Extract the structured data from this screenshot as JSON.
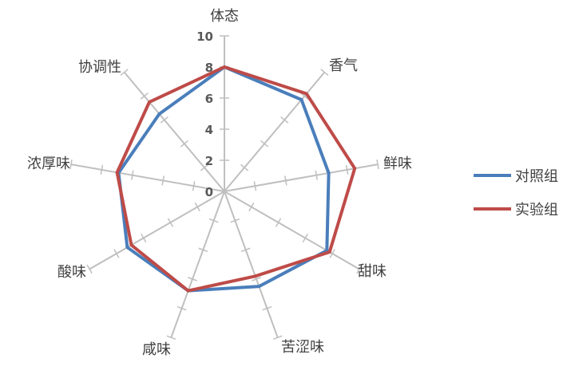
{
  "chart_data": {
    "type": "radar",
    "title": "",
    "categories": [
      "体态",
      "香气",
      "鲜味",
      "甜味",
      "苦涩味",
      "咸味",
      "酸味",
      "浓厚味",
      "协调性"
    ],
    "series": [
      {
        "name": "对照组",
        "color": "#4a7ebb",
        "values": [
          8.0,
          7.7,
          6.8,
          7.6,
          6.5,
          6.8,
          7.2,
          6.9,
          6.5
        ]
      },
      {
        "name": "实验组",
        "color": "#be4b48",
        "values": [
          8.0,
          8.2,
          8.5,
          7.8,
          5.8,
          6.8,
          6.9,
          7.0,
          7.5
        ]
      }
    ],
    "radial_axis": {
      "min": 0,
      "max": 10,
      "step": 2,
      "ticks": [
        "0",
        "2",
        "4",
        "6",
        "8",
        "10"
      ]
    },
    "grid": "spokes-only",
    "legend_position": "right"
  },
  "style": {
    "axis_color": "#bfbfbf",
    "label_color": "#404040",
    "tick_color": "#595959"
  }
}
